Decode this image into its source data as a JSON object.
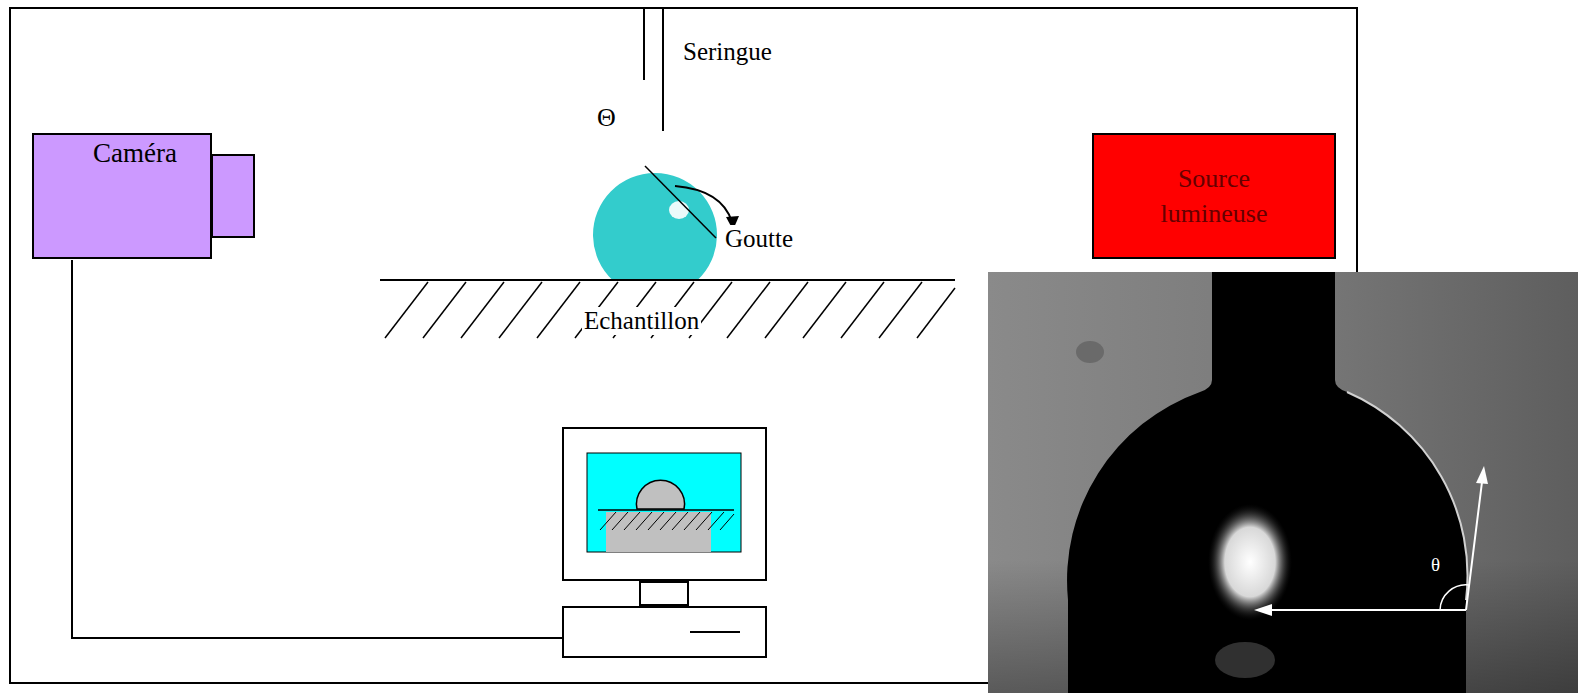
{
  "diagram": {
    "nodes": [
      {
        "text": [
          "Caméra"
        ]
      },
      {
        "text": [
          "Source lumineuse"
        ]
      }
    ],
    "labels": [
      "Seringue",
      "Θ",
      "Goutte",
      "Echantillon",
      "θ"
    ]
  }
}
